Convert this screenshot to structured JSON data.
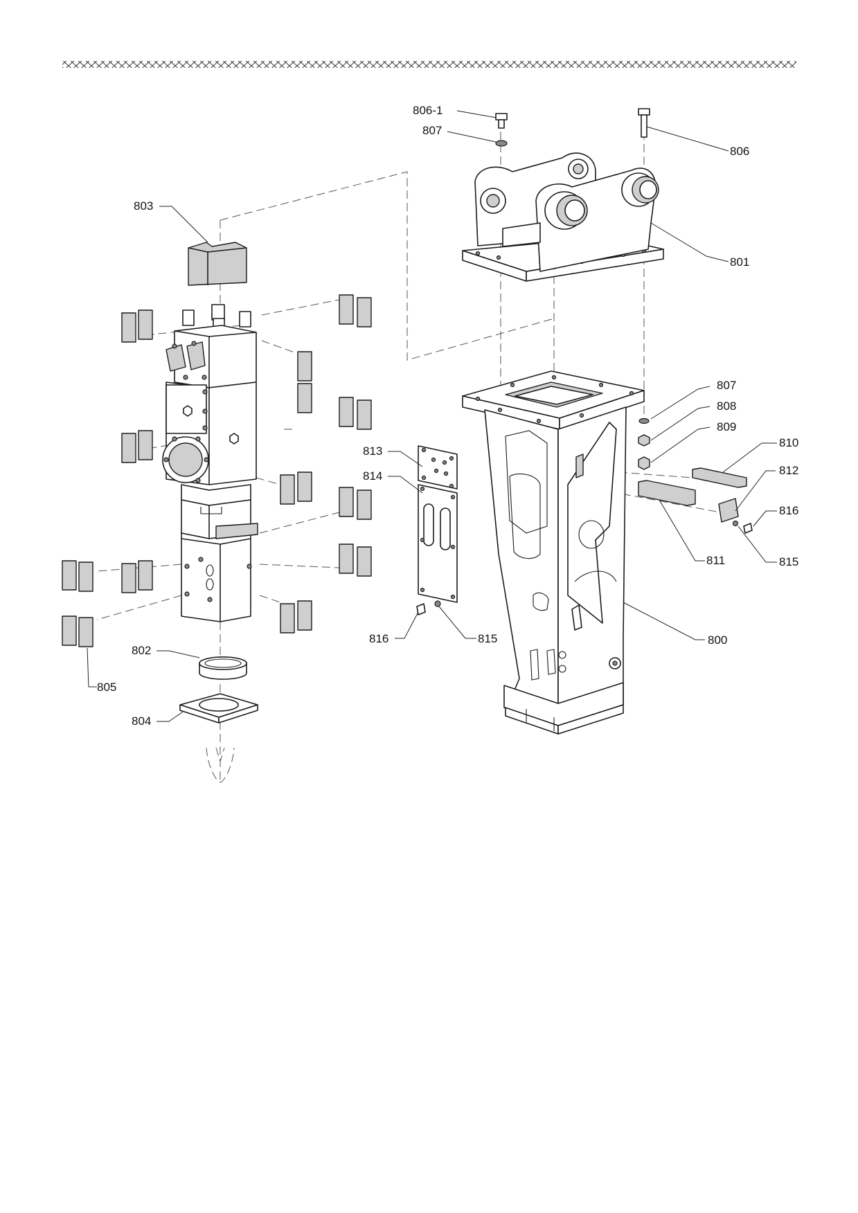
{
  "callouts": [
    {
      "id": "label-806-1",
      "text": "806-1"
    },
    {
      "id": "label-807-top",
      "text": "807"
    },
    {
      "id": "label-806",
      "text": "806"
    },
    {
      "id": "label-803",
      "text": "803"
    },
    {
      "id": "label-801",
      "text": "801"
    },
    {
      "id": "label-807-right",
      "text": "807"
    },
    {
      "id": "label-808",
      "text": "808"
    },
    {
      "id": "label-809",
      "text": "809"
    },
    {
      "id": "label-810",
      "text": "810"
    },
    {
      "id": "label-812",
      "text": "812"
    },
    {
      "id": "label-813",
      "text": "813"
    },
    {
      "id": "label-814",
      "text": "814"
    },
    {
      "id": "label-816-right",
      "text": "816"
    },
    {
      "id": "label-811",
      "text": "811"
    },
    {
      "id": "label-815-right",
      "text": "815"
    },
    {
      "id": "label-816-mid",
      "text": "816"
    },
    {
      "id": "label-815-mid",
      "text": "815"
    },
    {
      "id": "label-800",
      "text": "800"
    },
    {
      "id": "label-802",
      "text": "802"
    },
    {
      "id": "label-805",
      "text": "805"
    },
    {
      "id": "label-804",
      "text": "804"
    }
  ]
}
